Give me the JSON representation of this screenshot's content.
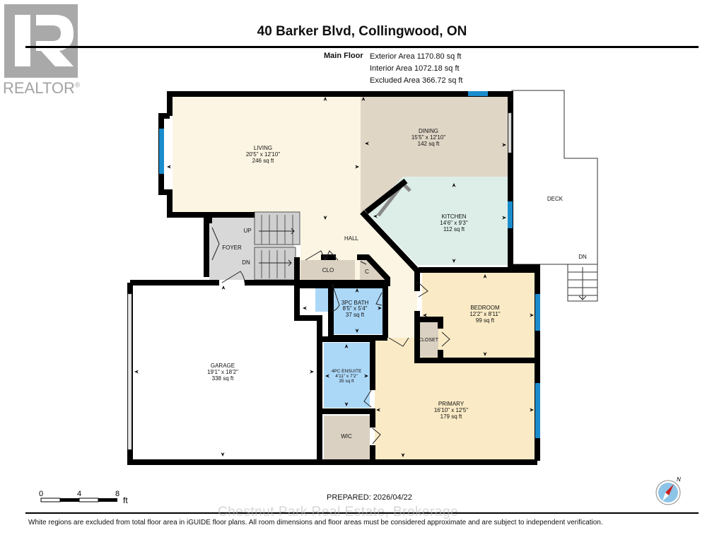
{
  "logo": {
    "word": "REALTOR",
    "mark": "®"
  },
  "header": {
    "title": "40 Barker Blvd, Collingwood, ON",
    "floor_label": "Main Floor",
    "areas": [
      "Exterior Area 1170.80 sq ft",
      "Interior Area 1072.18 sq ft",
      "Excluded Area 366.72 sq ft"
    ]
  },
  "colors": {
    "living": "#fcf5e3",
    "dining": "#e0d6c6",
    "kitchen": "#ddeee8",
    "bath": "#acd8f8",
    "closet": "#dbd1c2",
    "bedroom": "#faebc6",
    "foyer": "#d8d8d8",
    "window": "#1a8ccc",
    "wall": "#000000"
  },
  "rooms": {
    "living": {
      "name": "LIVING",
      "dims": "20'5\" x 12'10\"",
      "area": "246 sq ft"
    },
    "dining": {
      "name": "DINING",
      "dims": "15'5\" x 12'10\"",
      "area": "142 sq ft"
    },
    "kitchen": {
      "name": "KITCHEN",
      "dims": "14'6\" x 9'3\"",
      "area": "112 sq ft"
    },
    "deck": {
      "name": "DECK"
    },
    "deck_stairs": {
      "label": "DN"
    },
    "hall": {
      "name": "HALL"
    },
    "foyer": {
      "name": "FOYER",
      "up": "UP",
      "dn": "DN"
    },
    "clo": {
      "name": "CLO"
    },
    "c": {
      "name": "C"
    },
    "bath3": {
      "name": "3PC BATH",
      "dims": "8'5\" x 5'4\"",
      "area": "37 sq ft"
    },
    "bedroom": {
      "name": "BEDROOM",
      "dims": "12'2\" x 8'11\"",
      "area": "99 sq ft"
    },
    "closet": {
      "name": "CLOSET"
    },
    "garage": {
      "name": "GARAGE",
      "dims": "19'1\" x 18'2\"",
      "area": "338 sq ft"
    },
    "ensuite": {
      "name": "4PC ENSUITE",
      "dims": "4'11\" x 7'2\"",
      "area": "35 sq ft"
    },
    "wic": {
      "name": "WIC"
    },
    "primary": {
      "name": "PRIMARY",
      "dims": "16'10\" x 12'5\"",
      "area": "179 sq ft"
    }
  },
  "scale": {
    "ticks": [
      "0",
      "4",
      "8"
    ],
    "unit": "ft"
  },
  "compass": {
    "label": "N"
  },
  "footer": {
    "prepared": "PREPARED: 2026/04/22",
    "watermark": "Chestnut Park Real Estate, Brokerage",
    "disclaimer": "White regions are excluded from total floor area in iGUIDE floor plans. All room dimensions and floor areas must be considered approximate and are subject to independent verification."
  }
}
